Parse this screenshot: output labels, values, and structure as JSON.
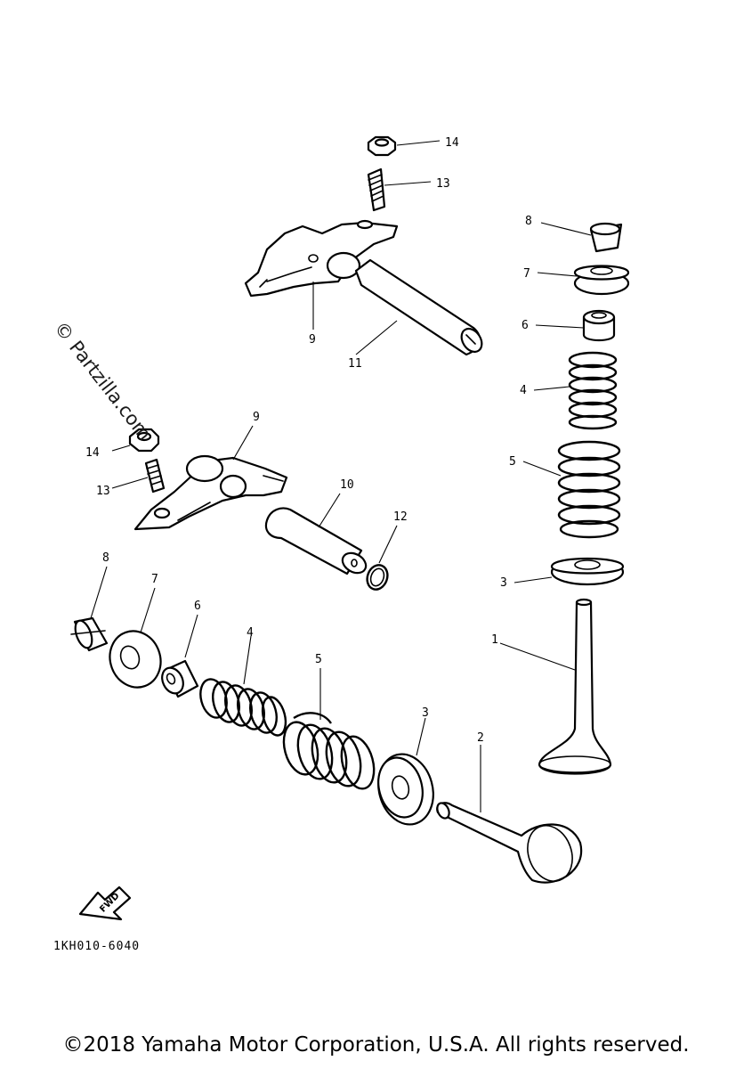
{
  "watermark": "© Partzilla.com",
  "drawing_number": "1KH010-6040",
  "fwd_label": "FWD",
  "copyright": "©2018 Yamaha Motor Corporation, U.S.A. All rights reserved.",
  "callouts": {
    "c14_top": "14",
    "c13_top": "13",
    "c9_top": "9",
    "c11": "11",
    "c14_left": "14",
    "c13_left": "13",
    "c9_left": "9",
    "c10": "10",
    "c12": "12",
    "c8_right": "8",
    "c7_right": "7",
    "c6_right": "6",
    "c4_right": "4",
    "c5_right": "5",
    "c3_right": "3",
    "c1": "1",
    "c8_left": "8",
    "c7_left": "7",
    "c6_left": "6",
    "c4_left": "4",
    "c5_left": "5",
    "c3_left": "3",
    "c2": "2"
  }
}
